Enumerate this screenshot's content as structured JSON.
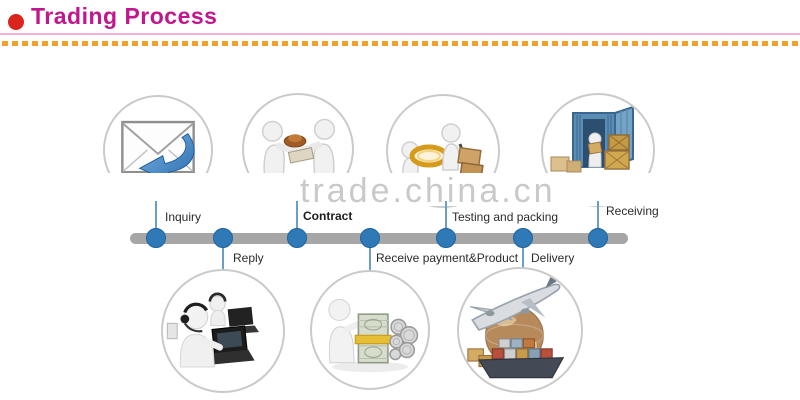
{
  "header": {
    "title": "Trading Process"
  },
  "watermark": {
    "text": "trade.china.cn"
  },
  "colors": {
    "title_text": "#c2178c",
    "bullet": "#da251d",
    "title_underline": "#f2aed9",
    "dashed_rule": "#f1a02a",
    "timeline_bar": "#a6a6a6",
    "timeline_node": "#2e79b6",
    "connector": "#69a0ca",
    "label_text": "#2b2b2b",
    "watermark_text": "#c9c9c9"
  },
  "timeline": {
    "steps": [
      {
        "label": "Inquiry",
        "position": "above",
        "icon": "envelope-reply-icon"
      },
      {
        "label": "Reply",
        "position": "below",
        "icon": "call-center-icon"
      },
      {
        "label": "Contract",
        "position": "above",
        "icon": "contract-stamp-icon"
      },
      {
        "label": "Receive payment&Product",
        "position": "below",
        "icon": "money-stack-icon"
      },
      {
        "label": "Testing and packing",
        "position": "above",
        "icon": "magnifier-handtruck-icon"
      },
      {
        "label": "Delivery",
        "position": "below",
        "icon": "airplane-globe-ship-icon"
      },
      {
        "label": "Receiving",
        "position": "above",
        "icon": "container-boxes-icon"
      }
    ]
  }
}
